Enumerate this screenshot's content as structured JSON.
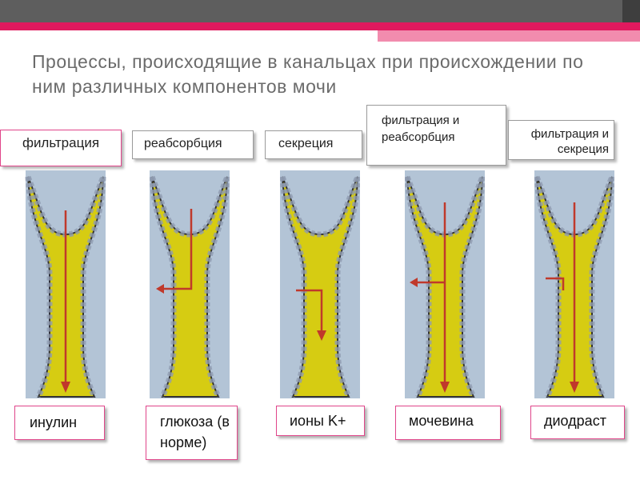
{
  "slide": {
    "title": "Процессы, происходящие в канальцах при происхождении по ним различных компонентов мочи"
  },
  "process_labels": [
    {
      "text": "фильтрация"
    },
    {
      "text": "реабсорбция"
    },
    {
      "text": "секреция"
    },
    {
      "text": "фильтрация и реабсорбция"
    },
    {
      "text": "фильтрация и секреция"
    }
  ],
  "substances": [
    {
      "text": "инулин"
    },
    {
      "text": "глюкоза (в норме)"
    },
    {
      "text": "ионы K+"
    },
    {
      "text": "мочевина"
    },
    {
      "text": "диодраст"
    }
  ],
  "colors": {
    "accent_pink": "#e0195e",
    "light_pink": "#f28cae",
    "tube_background": "#b3c4d6",
    "tubule_lumen": "#d6cc12",
    "arrow": "#c0392b"
  }
}
